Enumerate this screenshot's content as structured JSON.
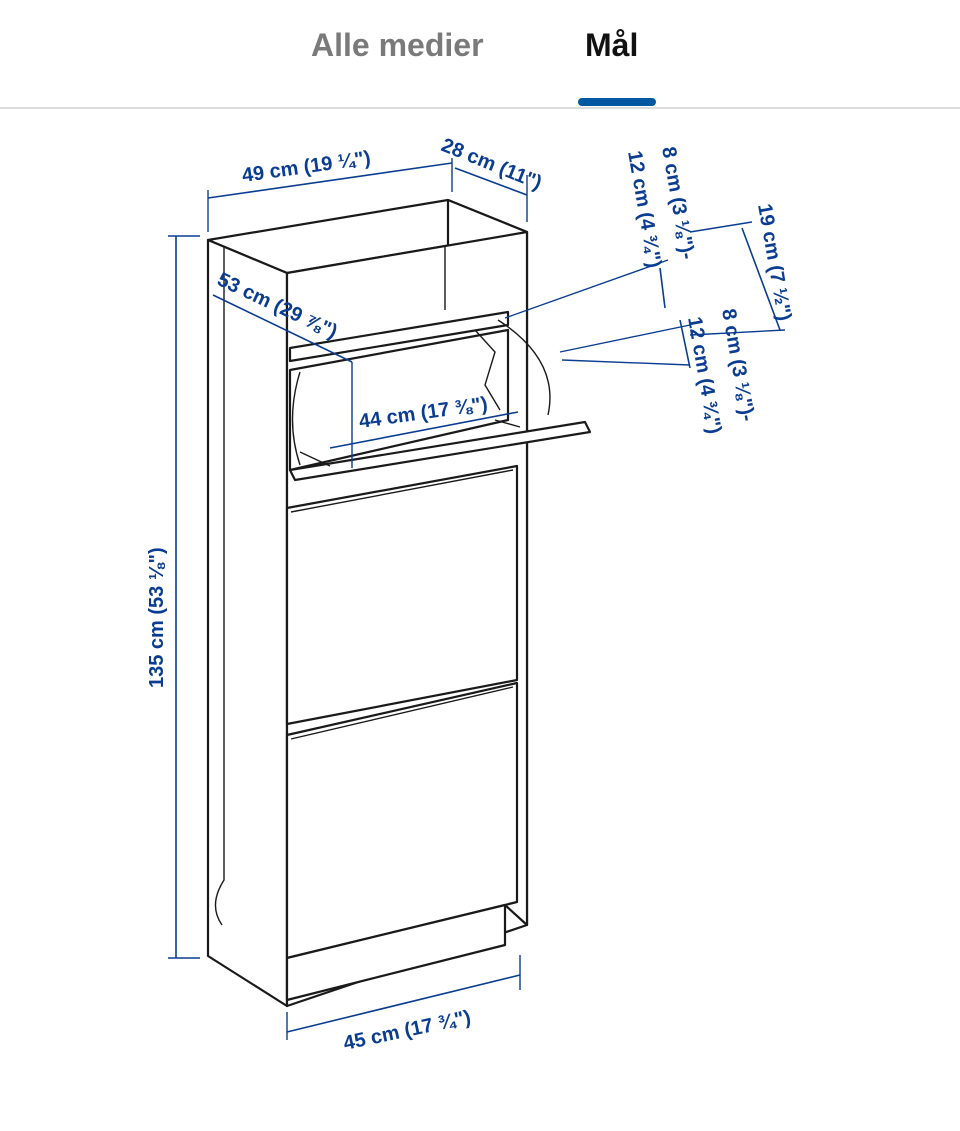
{
  "tabs": [
    {
      "label": "Alle medier",
      "active": false
    },
    {
      "label": "Mål",
      "active": true
    }
  ],
  "accent_color": "#0058a3",
  "dimension_color": "#0a3d91",
  "dimensions": {
    "width_top": "49 cm (19 ¼\")",
    "depth_top": "28 cm (11\")",
    "compartment_top_a": "8 cm (3 ⅛\")-",
    "compartment_top_b": "12 cm (4 ¾\")",
    "compartment_right": "19 cm (7 ½\")",
    "compartment_mid_a": "8 cm (3 ⅛\")-",
    "compartment_mid_b": "12 cm (4 ¾\")",
    "diagonal": "53 cm (29 ⅞\")",
    "inner_width": "44 cm (17 ⅜\")",
    "height": "135 cm (53 ⅛\")",
    "width_bottom": "45 cm (17 ¾\")"
  }
}
